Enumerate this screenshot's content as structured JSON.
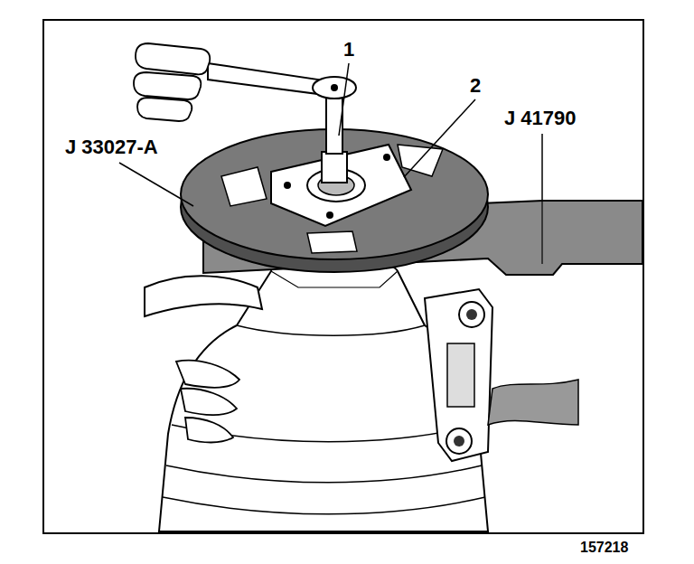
{
  "diagram": {
    "labels": [
      "1",
      "2",
      "J 41790",
      "J 33027-A",
      "157218"
    ]
  }
}
